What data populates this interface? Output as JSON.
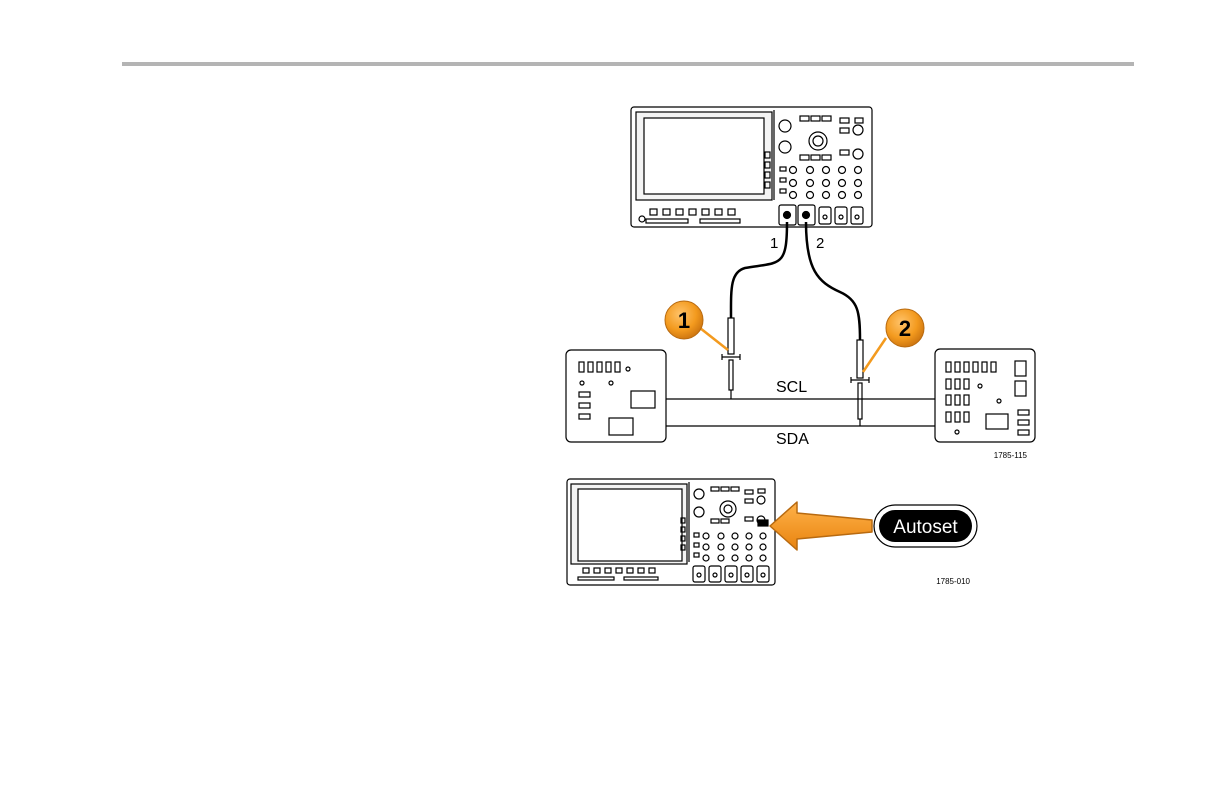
{
  "diagram": {
    "channel_labels": [
      "1",
      "2"
    ],
    "callouts": [
      "1",
      "2"
    ],
    "bus_labels": {
      "scl": "SCL",
      "sda": "SDA"
    },
    "figure_ids": [
      "1785-115",
      "1785-010"
    ],
    "button_label": "Autoset",
    "colors": {
      "accent": "#F39A1E",
      "accent_dark": "#B86A10",
      "line": "#000000",
      "rule": "#b4b4b4"
    }
  }
}
